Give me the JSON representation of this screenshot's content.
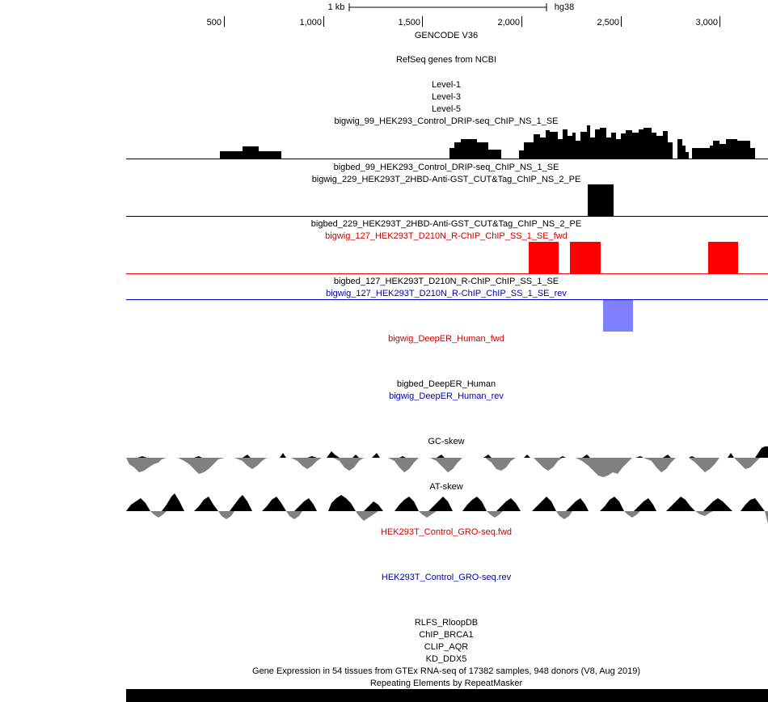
{
  "ruler": {
    "scale_label": "1 kb",
    "assembly": "hg38",
    "ticks": [
      "500",
      "1,000",
      "1,500",
      "2,000",
      "2,500",
      "3,000"
    ]
  },
  "tracks": {
    "gencode": "GENCODE V36",
    "refseq": "RefSeq genes from NCBI",
    "level1": "Level-1",
    "level3": "Level-3",
    "level5": "Level-5",
    "drip_bigwig": "bigwig_99_HEK293_Control_DRIP-seq_ChIP_NS_1_SE",
    "drip_bigbed": "bigbed_99_HEK293_Control_DRIP-seq_ChIP_NS_1_SE",
    "cuttag_bigwig": "bigwig_229_HEK293T_2HBD-Anti-GST_CUT&Tag_ChIP_NS_2_PE",
    "cuttag_bigbed": "bigbed_229_HEK293T_2HBD-Anti-GST_CUT&Tag_ChIP_NS_2_PE",
    "rchip_fwd": "bigwig_127_HEK293T_D210N_R-ChIP_ChIP_SS_1_SE_fwd",
    "rchip_bigbed": "bigbed_127_HEK293T_D210N_R-ChIP_ChIP_SS_1_SE",
    "rchip_rev": "bigwig_127_HEK293T_D210N_R-ChIP_ChIP_SS_1_SE_rev",
    "deeper_fwd": "bigwig_DeepER_Human_fwd",
    "deeper_bigbed": "bigbed_DeepER_Human",
    "deeper_rev": "bigwig_DeepER_Human_rev",
    "gc_skew": "GC-skew",
    "at_skew": "AT-skew",
    "gro_fwd": "HEK293T_Control_GRO-seq.fwd",
    "gro_rev": "HEK293T_Control_GRO-seq.rev",
    "rlfs": "RLFS_RloopDB",
    "chip_brca1": "ChIP_BRCA1",
    "clip_aqr": "CLIP_AQR",
    "kd_ddx5": "KD_DDX5",
    "gtex": "Gene Expression in 54 tissues from GTEx RNA-seq of 17382 samples, 948 donors (V8, Aug 2019)",
    "repeatmasker": "Repeating Elements by RepeatMasker"
  },
  "colors": {
    "black": "#000000",
    "fwd_red": "#cc0000",
    "rev_blue": "#0000aa",
    "bar_red": "#ff0000",
    "bar_blue": "#8080ff",
    "skew_gray": "#808080",
    "gro_red": "#cc0000",
    "gro_blue": "#0000aa"
  }
}
